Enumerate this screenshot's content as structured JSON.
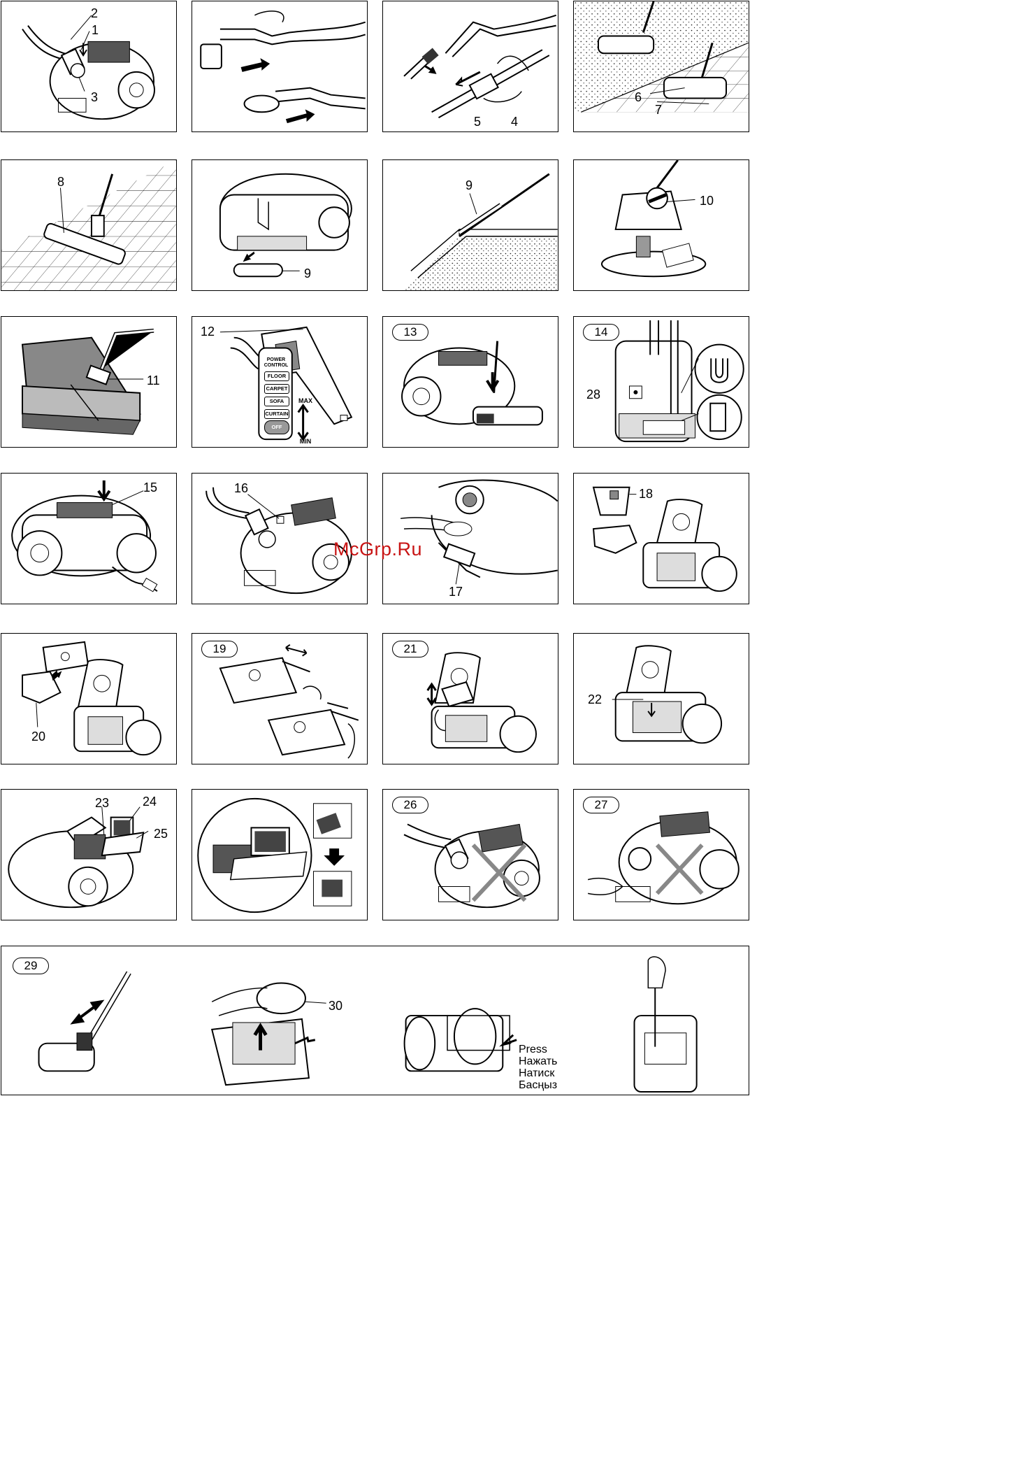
{
  "panels": {
    "p1": {
      "labels": [
        "2",
        "1",
        "3"
      ]
    },
    "p3": {
      "labels": [
        "5",
        "4"
      ]
    },
    "p4": {
      "labels": [
        "6",
        "7"
      ]
    },
    "p5": {
      "labels": [
        "8"
      ]
    },
    "p6": {
      "labels": [
        "9"
      ]
    },
    "p7": {
      "labels": [
        "9"
      ]
    },
    "p8": {
      "labels": [
        "10"
      ]
    },
    "p9": {
      "labels": [
        "11"
      ]
    },
    "p10": {
      "labels": [
        "12"
      ],
      "power_control": "POWER CONTROL",
      "buttons": [
        "FLOOR",
        "CARPET",
        "SOFA",
        "CURTAIN",
        "OFF"
      ],
      "max": "MAX",
      "min": "MIN"
    },
    "p11": {
      "step": "13"
    },
    "p12": {
      "step": "14",
      "labels": [
        "28"
      ]
    },
    "p13": {
      "labels": [
        "15"
      ]
    },
    "p14": {
      "labels": [
        "16"
      ]
    },
    "p15": {
      "labels": [
        "17"
      ]
    },
    "p16": {
      "labels": [
        "18"
      ]
    },
    "p17": {
      "labels": [
        "20"
      ]
    },
    "p18": {
      "step": "19"
    },
    "p19": {
      "step": "21"
    },
    "p20": {
      "labels": [
        "22"
      ]
    },
    "p21": {
      "labels": [
        "23",
        "24",
        "25"
      ]
    },
    "p23": {
      "step": "26"
    },
    "p24": {
      "step": "27"
    },
    "p25": {
      "step": "29",
      "labels": [
        "30"
      ],
      "press": [
        "Press",
        "Нажать",
        "Натиск",
        "Басңыз"
      ]
    }
  },
  "watermark": "McGrp.Ru"
}
